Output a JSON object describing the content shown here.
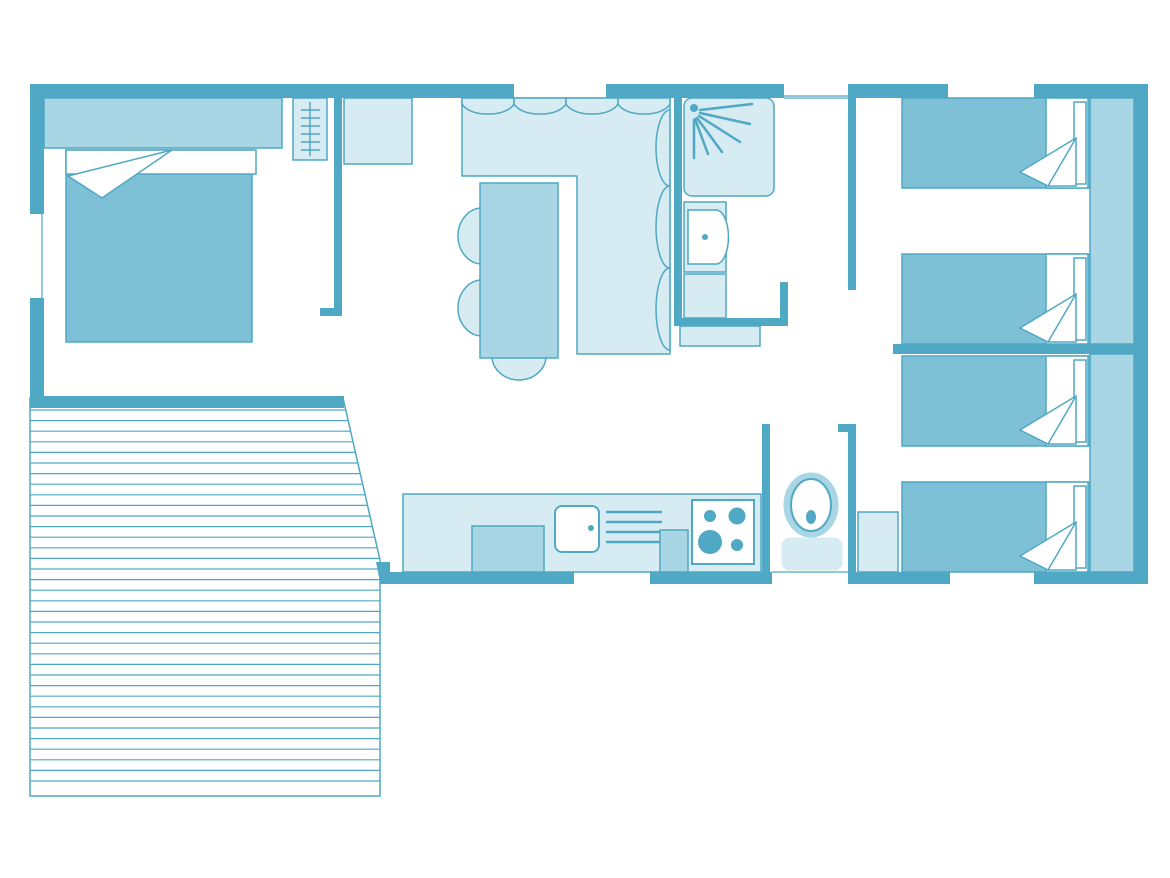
{
  "diagram": {
    "type": "floor-plan",
    "colors": {
      "wall": "#4FA8C4",
      "bed": "#7EC1D6",
      "light_fill": "#D6EBF2",
      "mid_fill": "#A9D6E4",
      "outline": "#4FA8C4",
      "background": "#FFFFFF"
    },
    "rooms": [
      {
        "key": "master-bedroom",
        "furniture": [
          "double-bed",
          "headboard-shelf",
          "radiator",
          "nightstand"
        ]
      },
      {
        "key": "living-dining",
        "furniture": [
          "corner-sofa",
          "dining-table",
          "chairs"
        ]
      },
      {
        "key": "bathroom",
        "furniture": [
          "shower",
          "washbasin",
          "cabinet"
        ]
      },
      {
        "key": "kitchen",
        "furniture": [
          "counter",
          "sink",
          "hob",
          "cabinet"
        ]
      },
      {
        "key": "wc",
        "furniture": [
          "toilet"
        ]
      },
      {
        "key": "twin-bedroom-1",
        "furniture": [
          "single-bed",
          "single-bed",
          "wardrobe"
        ]
      },
      {
        "key": "twin-bedroom-2",
        "furniture": [
          "single-bed",
          "single-bed",
          "wardrobe",
          "cabinet"
        ]
      },
      {
        "key": "terrace",
        "furniture": [
          "decking"
        ]
      }
    ],
    "labels": []
  }
}
